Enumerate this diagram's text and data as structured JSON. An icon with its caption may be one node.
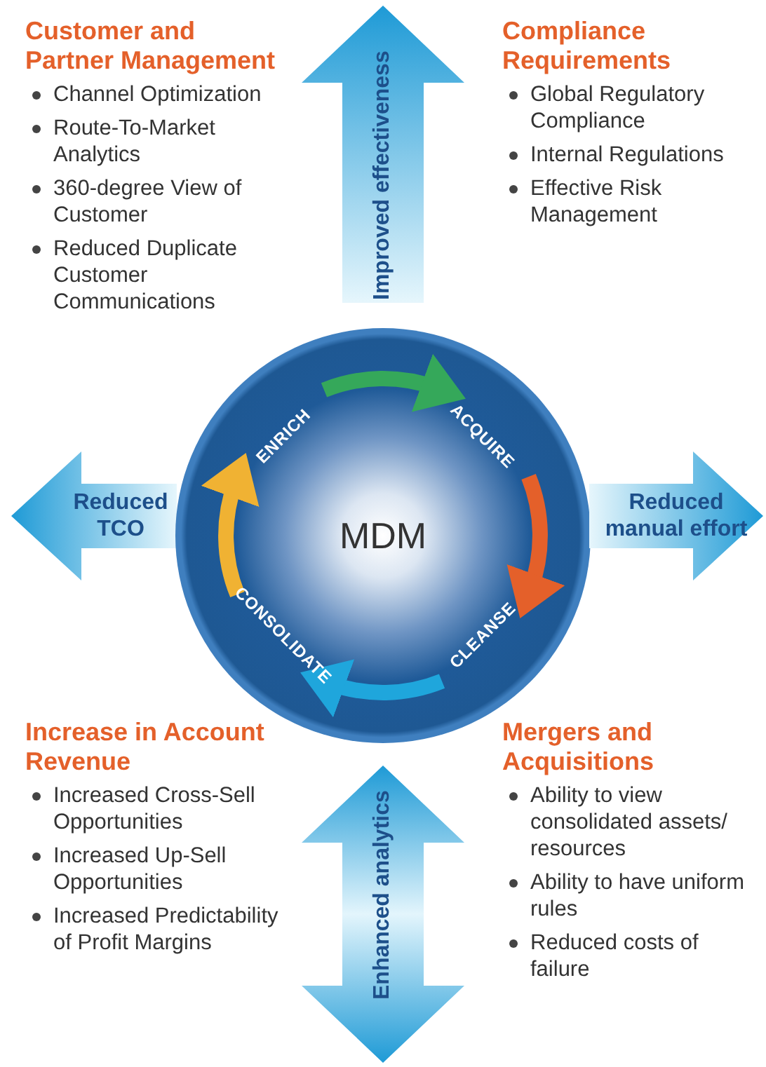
{
  "diagram": {
    "nodes": [
      {
        "text": [
          "Improved effectiveness"
        ]
      },
      {
        "text": [
          "Reduced TCO"
        ]
      },
      {
        "text": [],
        "shape": "circle"
      },
      {
        "text": [
          "MDM"
        ],
        "in": 2
      },
      {
        "text": [
          "ENRICH"
        ],
        "in": 2
      },
      {
        "text": [
          "ACQUIRE"
        ],
        "in": 2
      },
      {
        "text": [
          "CLEANSE"
        ],
        "in": 2
      },
      {
        "text": [
          "CONSOLIDATE"
        ],
        "in": 2
      },
      {
        "text": [
          "Reduced manual effort"
        ]
      },
      {
        "text": [
          "Enhanced analytics"
        ]
      }
    ],
    "edges": [
      {
        "from": 4,
        "to": 5,
        "arrow": "to",
        "color": "#35a85a"
      },
      {
        "from": 5,
        "to": 6,
        "arrow": "to",
        "color": "#e4602a"
      },
      {
        "from": 6,
        "to": 7,
        "arrow": "to",
        "color": "#1fa6dc"
      },
      {
        "from": 7,
        "to": 4,
        "arrow": "to",
        "color": "#f0b233"
      }
    ],
    "labels": [
      "Customer and Partner Management",
      "Channel Optimization",
      "Route-To-Market Analytics",
      "360-degree View of Customer",
      "Reduced Duplicate Customer Communications",
      "Compliance Requirements",
      "Global Regulatory Compliance",
      "Internal Regulations",
      "Effective Risk Management",
      "Increase in Account Revenue",
      "Increased Cross-Sell Opportunities",
      "Increased Up-Sell Opportunities",
      "Increased Predictability of Profit Margins",
      "Mergers and Acquisitions",
      "Ability to view consolidated assets/ resources",
      "Ability to have uniform rules",
      "Reduced costs of failure"
    ]
  }
}
